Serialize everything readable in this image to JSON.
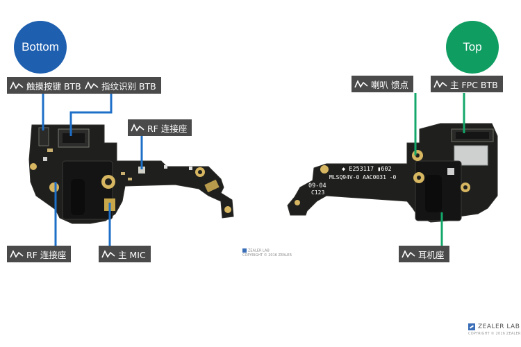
{
  "badges": {
    "bottom": "Bottom",
    "top": "Top"
  },
  "callouts": {
    "touch_btb": "触摸按键 BTB",
    "fingerprint_btb": "指纹识别 BTB",
    "rf_connector_right": "RF 连接座",
    "rf_connector_left": "RF 连接座",
    "main_mic": "主 MIC",
    "speaker_feed": "喇叭 馈点",
    "main_fpc_btb": "主 FPC BTB",
    "earphone_jack": "耳机座"
  },
  "pcb_markings": {
    "line1": "◆ E253117 ▮602",
    "line2": "MLSQ94V-0 AAC0031 -0",
    "line3": "09-04",
    "line4": "C123"
  },
  "watermark": {
    "brand": "ZEALER LAB",
    "copyright": "COPYRIGHT © 2016 ZEALER",
    "small_brand": "ZEALER LAB",
    "small_copy": "COPYRIGHT © 2016 ZEALER"
  },
  "colors": {
    "bottom_badge": "#1e5fb0",
    "top_badge": "#0f9d62",
    "callout_bg": "#4a4a4a",
    "blue_line": "#1e6fc8",
    "green_line": "#13a86a",
    "pcb": "#1f1f1d"
  }
}
